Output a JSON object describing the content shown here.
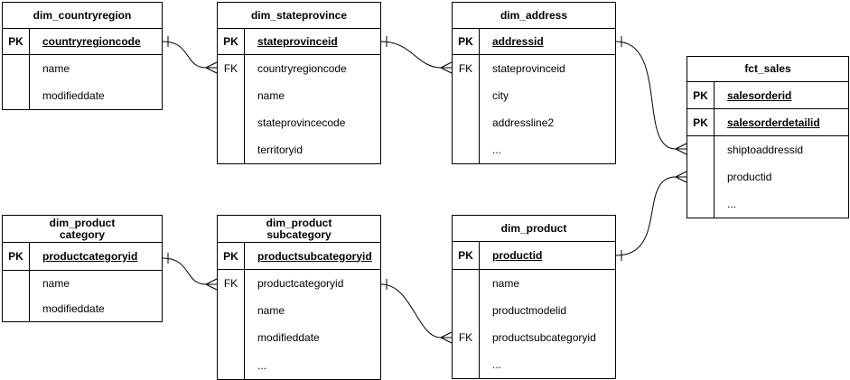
{
  "diagram": {
    "type": "entity-relationship",
    "notation": "crow-foot",
    "line_color": "#000000",
    "background_color": "#ffffff",
    "tables": [
      {
        "title": "dim_countryregion",
        "rows": [
          {
            "key": "PK",
            "field": "countryregioncode"
          },
          {
            "key": "",
            "field": "name"
          },
          {
            "key": "",
            "field": "modifieddate"
          }
        ]
      },
      {
        "title": "dim_stateprovince",
        "rows": [
          {
            "key": "PK",
            "field": "stateprovinceid"
          },
          {
            "key": "FK",
            "field": "countryregioncode"
          },
          {
            "key": "",
            "field": "name"
          },
          {
            "key": "",
            "field": "stateprovincecode"
          },
          {
            "key": "",
            "field": "territoryid"
          }
        ]
      },
      {
        "title": "dim_address",
        "rows": [
          {
            "key": "PK",
            "field": "addressid"
          },
          {
            "key": "FK",
            "field": "stateprovinceid"
          },
          {
            "key": "",
            "field": "city"
          },
          {
            "key": "",
            "field": "addressline2"
          },
          {
            "key": "",
            "field": "..."
          }
        ]
      },
      {
        "title": "fct_sales",
        "rows": [
          {
            "key": "PK",
            "field": "salesorderid"
          },
          {
            "key": "PK",
            "field": "salesorderdetailid"
          },
          {
            "key": "",
            "field": "shiptoaddressid"
          },
          {
            "key": "",
            "field": "productid"
          },
          {
            "key": "",
            "field": "..."
          }
        ]
      },
      {
        "title": "dim_product\ncategory",
        "rows": [
          {
            "key": "PK",
            "field": "productcategoryid"
          },
          {
            "key": "",
            "field": "name"
          },
          {
            "key": "",
            "field": "modifieddate"
          }
        ]
      },
      {
        "title": "dim_product\nsubcategory",
        "rows": [
          {
            "key": "PK",
            "field": "productsubcategoryid"
          },
          {
            "key": "FK",
            "field": "productcategoryid"
          },
          {
            "key": "",
            "field": "name"
          },
          {
            "key": "",
            "field": "modifieddate"
          },
          {
            "key": "",
            "field": "..."
          }
        ]
      },
      {
        "title": "dim_product",
        "rows": [
          {
            "key": "PK",
            "field": "productid"
          },
          {
            "key": "",
            "field": "name"
          },
          {
            "key": "",
            "field": "productmodelid"
          },
          {
            "key": "FK",
            "field": "productsubcategoryid"
          },
          {
            "key": "",
            "field": "..."
          }
        ]
      }
    ],
    "relationships": [
      {
        "from": "dim_countryregion.countryregioncode",
        "to": "dim_stateprovince.countryregioncode",
        "cardinality": "one-to-many"
      },
      {
        "from": "dim_stateprovince.stateprovinceid",
        "to": "dim_address.stateprovinceid",
        "cardinality": "one-to-many"
      },
      {
        "from": "dim_address.addressid",
        "to": "fct_sales.shiptoaddressid",
        "cardinality": "one-to-many"
      },
      {
        "from": "dim_product.productid",
        "to": "fct_sales.productid",
        "cardinality": "one-to-many"
      },
      {
        "from": "dim_productcategory.productcategoryid",
        "to": "dim_productsubcategory.productcategoryid",
        "cardinality": "one-to-many"
      },
      {
        "from": "dim_productsubcategory.productsubcategoryid",
        "to": "dim_product.productsubcategoryid",
        "cardinality": "one-to-many"
      }
    ]
  }
}
